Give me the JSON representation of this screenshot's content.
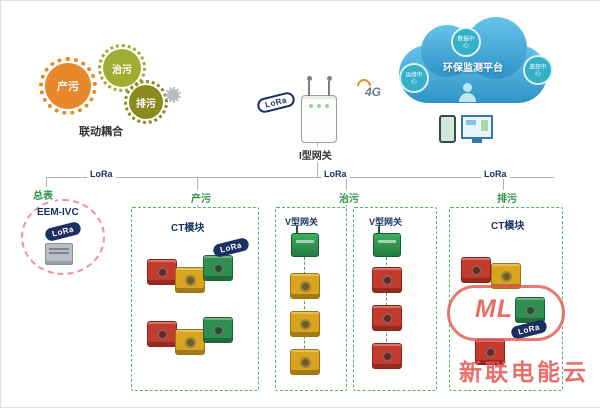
{
  "diagram": {
    "gears": {
      "items": [
        {
          "label": "产污"
        },
        {
          "label": "治污"
        },
        {
          "label": "排污"
        }
      ],
      "caption": "联动耦合"
    },
    "gateway": {
      "label": "I型网关",
      "lora": "LoRa",
      "network": "4G"
    },
    "cloud": {
      "title": "环保监测平台",
      "badge_top": "数据中心",
      "badge_left": "运维中心",
      "badge_right": "监控中心"
    },
    "bus": {
      "lora_left": "LoRa",
      "lora_center": "LoRa",
      "lora_right": "LoRa"
    },
    "meter": {
      "title": "总表",
      "model": "EEM-IVC",
      "lora": "LoRa"
    },
    "zone_produce": {
      "title": "产污",
      "device": "CT模块",
      "lora": "LoRa",
      "modules": [
        "red",
        "yellow",
        "green",
        "red",
        "yellow",
        "green"
      ]
    },
    "zone_treat": {
      "title": "治污",
      "gateway_a": "V型网关",
      "gateway_b": "V型网关",
      "modules_a": [
        "yellow",
        "yellow",
        "yellow"
      ],
      "modules_b": [
        "red",
        "red",
        "red"
      ]
    },
    "zone_discharge": {
      "title": "排污",
      "device": "CT模块",
      "lora": "LoRa",
      "modules": [
        "red",
        "yellow",
        "green",
        "red"
      ]
    },
    "watermark": {
      "logo": "ML",
      "text": "新联电能云"
    },
    "colors": {
      "gear_orange": "#e8872b",
      "gear_green": "#9fae33",
      "gear_olive": "#8b8a1e",
      "lora_navy": "#1c2f63",
      "cloud_blue": "#3a9ccc",
      "zone_green": "#57b36a",
      "module_red": "#c43a2c",
      "module_yellow": "#d9a41e",
      "module_green": "#2f8f4e",
      "watermark_red": "#e4564f"
    }
  }
}
